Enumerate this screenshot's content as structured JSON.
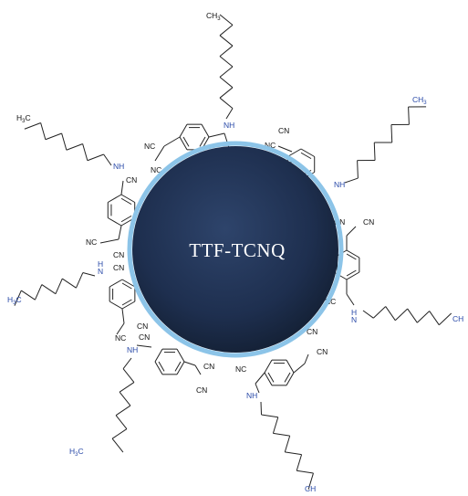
{
  "core": {
    "label": "TTF-TCNQ",
    "fill_color": "#1e2f4f",
    "ring_color": "#8cc4e8"
  },
  "chem_colors": {
    "bond": "#222222",
    "nitrogen_label": "#2a4aa8",
    "cyano_label": "#111111"
  },
  "labels": {
    "nitrile": "CN",
    "nitrile_alt": "NC",
    "amine": "NH",
    "amine_h": "H",
    "amine_n": "N",
    "methyl_right": "CH3",
    "methyl_left": "H3C",
    "methyl_partial": "CH"
  }
}
